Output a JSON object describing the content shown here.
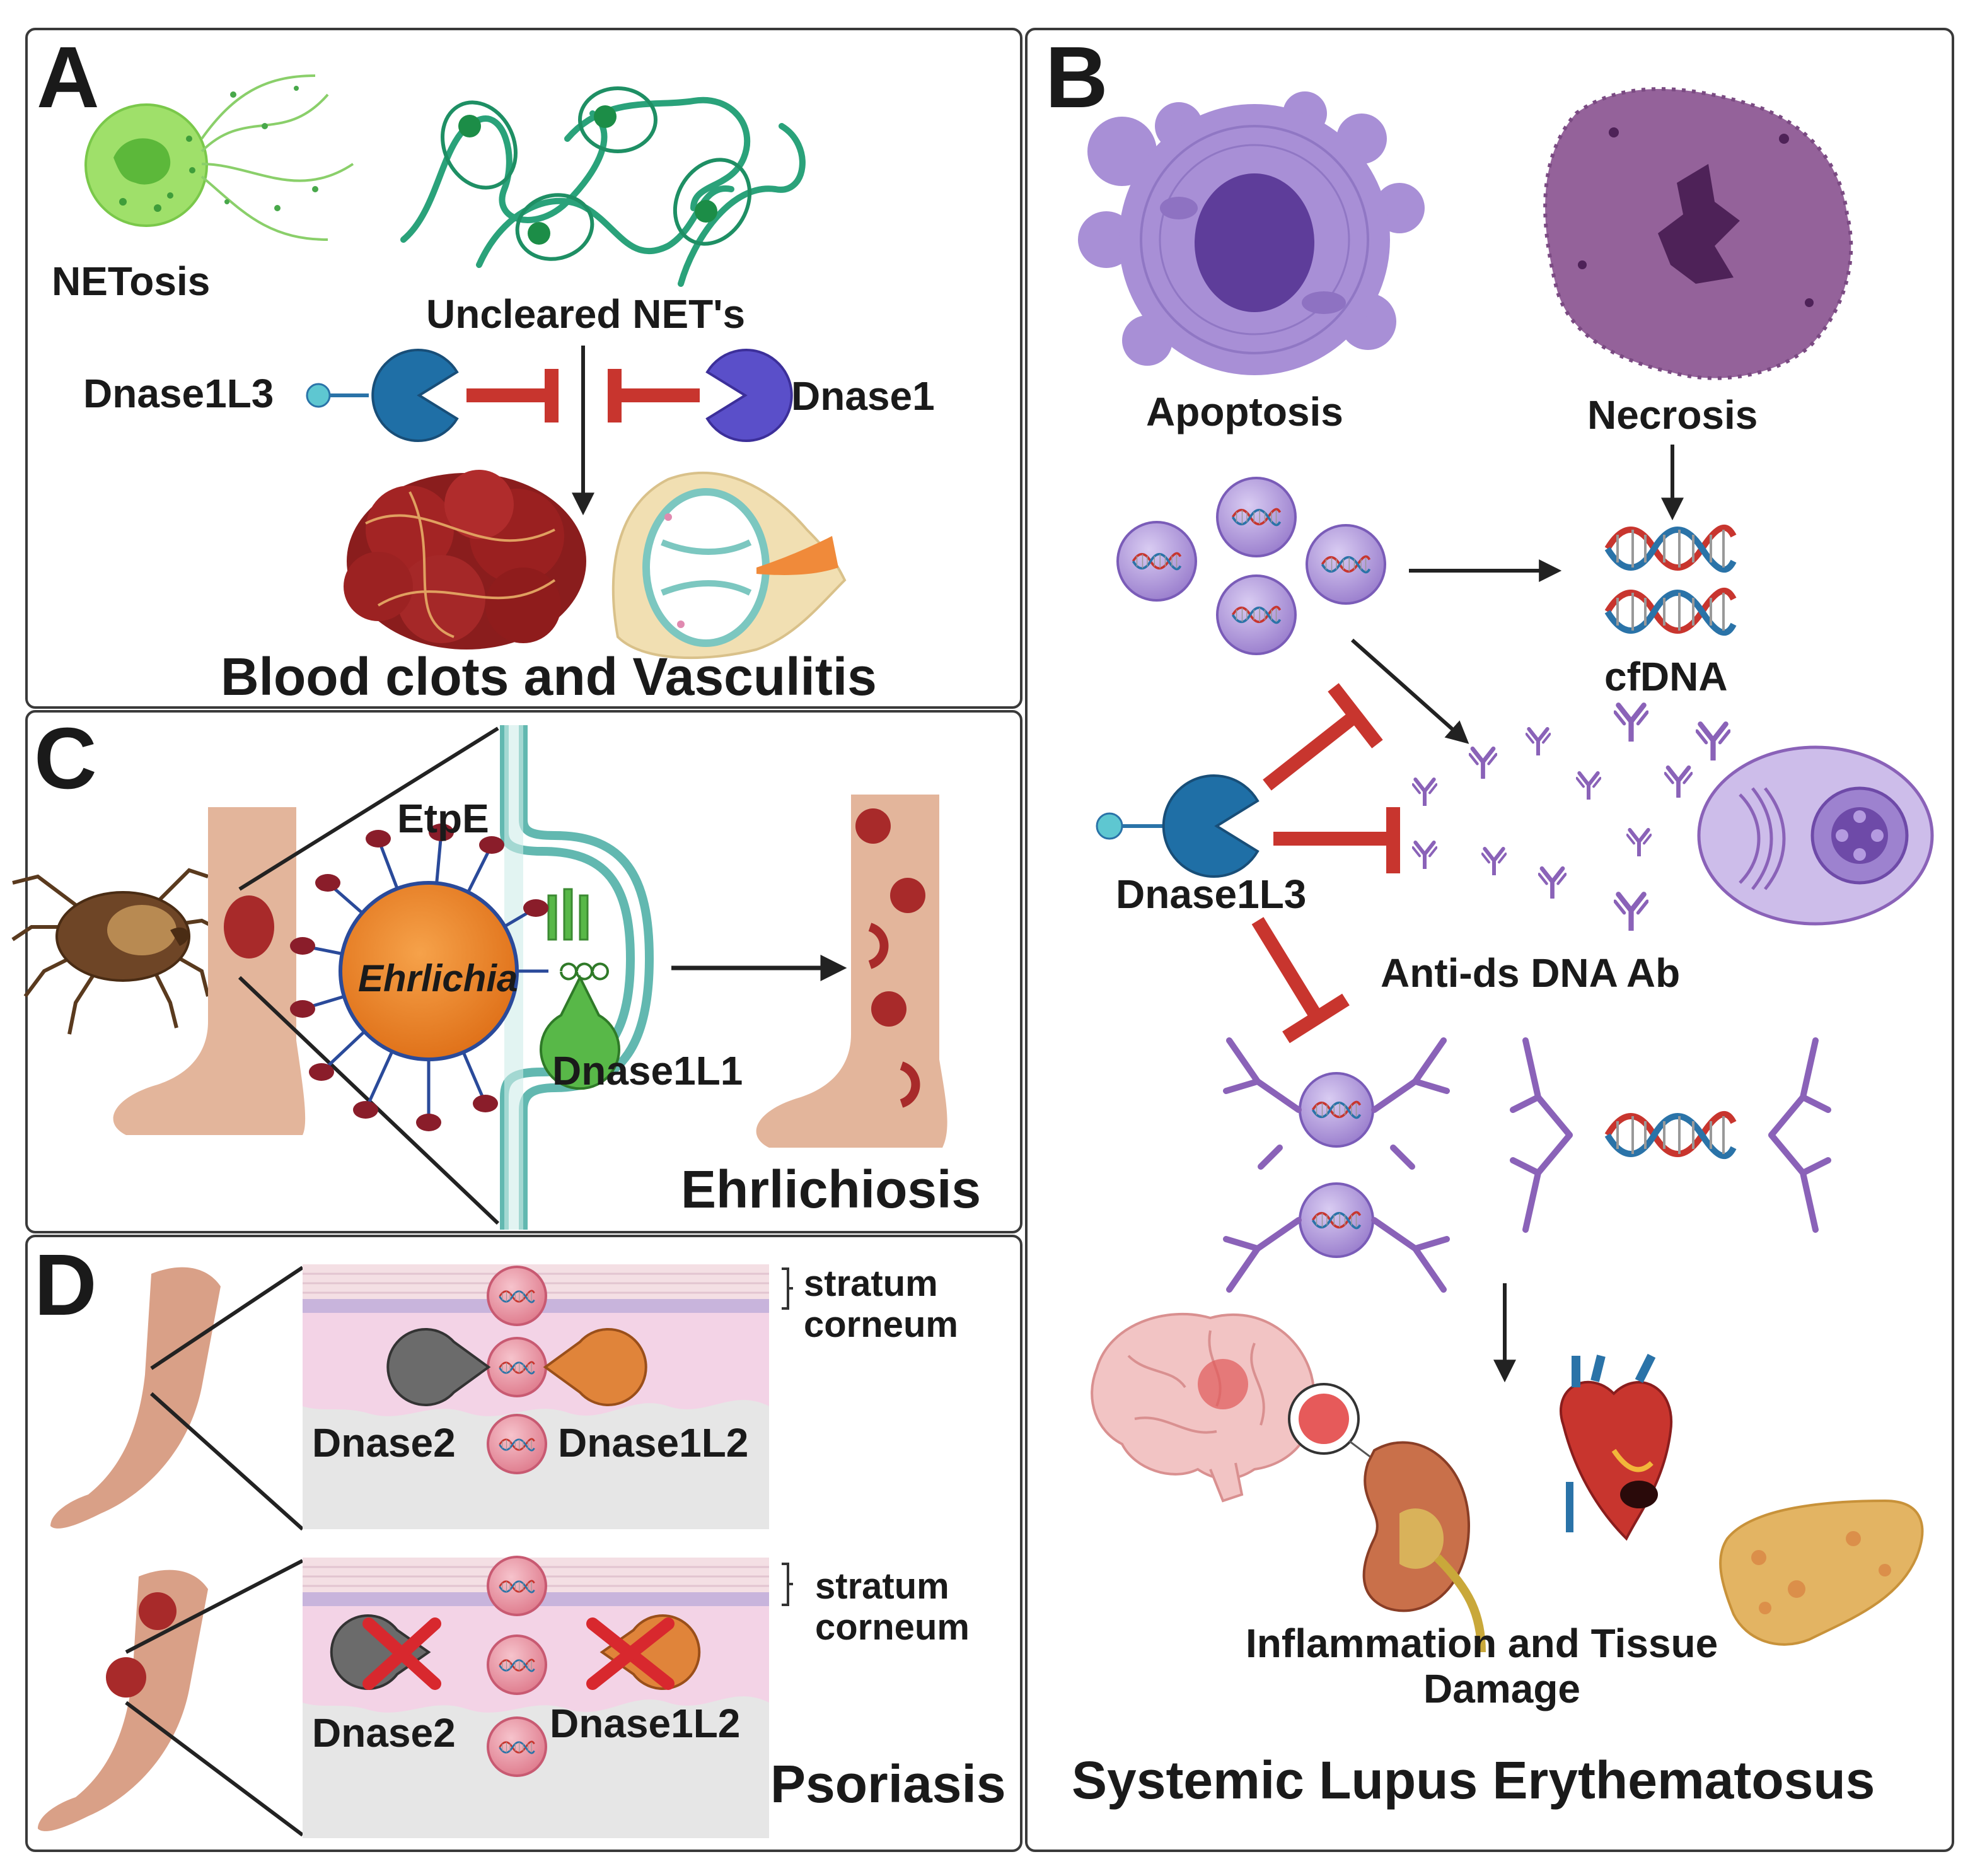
{
  "panels": {
    "a": {
      "letter": "A",
      "netosis": "NETosis",
      "uncleared": "Uncleared NET's",
      "dnase1l3": "Dnase1L3",
      "dnase1": "Dnase1",
      "title": "Blood clots and Vasculitis"
    },
    "b": {
      "letter": "B",
      "apoptosis": "Apoptosis",
      "necrosis": "Necrosis",
      "cfdna": "cfDNA",
      "dnase1l3": "Dnase1L3",
      "antibody": "Anti-ds DNA Ab",
      "damage_line1": "Inflammation and Tissue",
      "damage_line2": "Damage",
      "title": "Systemic Lupus Erythematosus"
    },
    "c": {
      "letter": "C",
      "etpe": "EtpE",
      "ehrlichia": "Ehrlichia",
      "dnase1l1": "Dnase1L1",
      "title": "Ehrlichiosis"
    },
    "d": {
      "letter": "D",
      "stratum1_line1": "stratum",
      "stratum1_line2": "corneum",
      "dnase2_top": "Dnase2",
      "dnase1l2_top": "Dnase1L2",
      "stratum2_line1": "stratum",
      "stratum2_line2": "corneum",
      "dnase2_bottom": "Dnase2",
      "dnase1l2_bottom": "Dnase1L2",
      "title": "Psoriasis"
    }
  },
  "colors": {
    "inhibitor": "#c8352e",
    "dnase1l3": "#2a73a8",
    "dnase1": "#5a4fc9",
    "dnase1l1": "#58b848",
    "dnase2": "#6b6b6b",
    "dnase1l2": "#e0843a",
    "antibody": "#8a62b8",
    "cell": "#a88fd6",
    "ehrlichia": "#f08a2a",
    "net": "#2aa27a",
    "skin": "#e3b59b",
    "lesion": "#a82a2a"
  },
  "icons": [
    "neutrophil-icon",
    "net-strand-icon",
    "enzyme-pacman-icon",
    "blood-clot-icon",
    "vessel-icon",
    "apoptotic-cell-icon",
    "necrotic-cell-icon",
    "nucleosome-icon",
    "dna-helix-icon",
    "antibody-icon",
    "plasma-cell-icon",
    "brain-icon",
    "kidney-icon",
    "heart-icon",
    "liver-icon",
    "tick-icon",
    "leg-icon",
    "arm-icon",
    "skin-layer-icon",
    "x-mark-icon"
  ]
}
